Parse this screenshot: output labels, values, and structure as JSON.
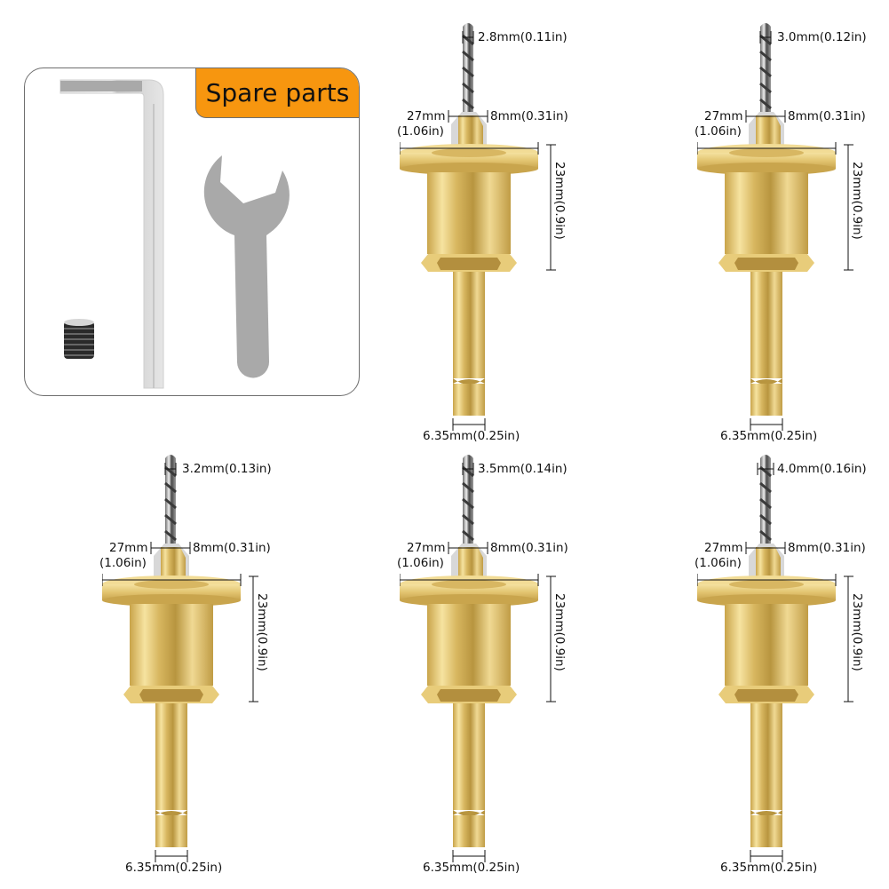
{
  "spare_parts": {
    "title": "Spare parts",
    "items": [
      "hex-key",
      "open-end-wrench",
      "set-screw"
    ],
    "accent_color": "#f7960f"
  },
  "bits": [
    {
      "drill": "2.8mm(0.11in)",
      "neck": "8mm(0.31in)",
      "flange_mm": "27mm",
      "flange_in": "(1.06in)",
      "height": "23mm(0.9in)",
      "shank": "6.35mm(0.25in)"
    },
    {
      "drill": "3.0mm(0.12in)",
      "neck": "8mm(0.31in)",
      "flange_mm": "27mm",
      "flange_in": "(1.06in)",
      "height": "23mm(0.9in)",
      "shank": "6.35mm(0.25in)"
    },
    {
      "drill": "3.2mm(0.13in)",
      "neck": "8mm(0.31in)",
      "flange_mm": "27mm",
      "flange_in": "(1.06in)",
      "height": "23mm(0.9in)",
      "shank": "6.35mm(0.25in)"
    },
    {
      "drill": "3.5mm(0.14in)",
      "neck": "8mm(0.31in)",
      "flange_mm": "27mm",
      "flange_in": "(1.06in)",
      "height": "23mm(0.9in)",
      "shank": "6.35mm(0.25in)"
    },
    {
      "drill": "4.0mm(0.16in)",
      "neck": "8mm(0.31in)",
      "flange_mm": "27mm",
      "flange_in": "(1.06in)",
      "height": "23mm(0.9in)",
      "shank": "6.35mm(0.25in)"
    }
  ],
  "colors": {
    "brass_light": "#f3dc8e",
    "brass_mid": "#d9b654",
    "brass_dark": "#a98a34",
    "steel": "#b9b9b9",
    "wrench": "#a9a9a9"
  }
}
